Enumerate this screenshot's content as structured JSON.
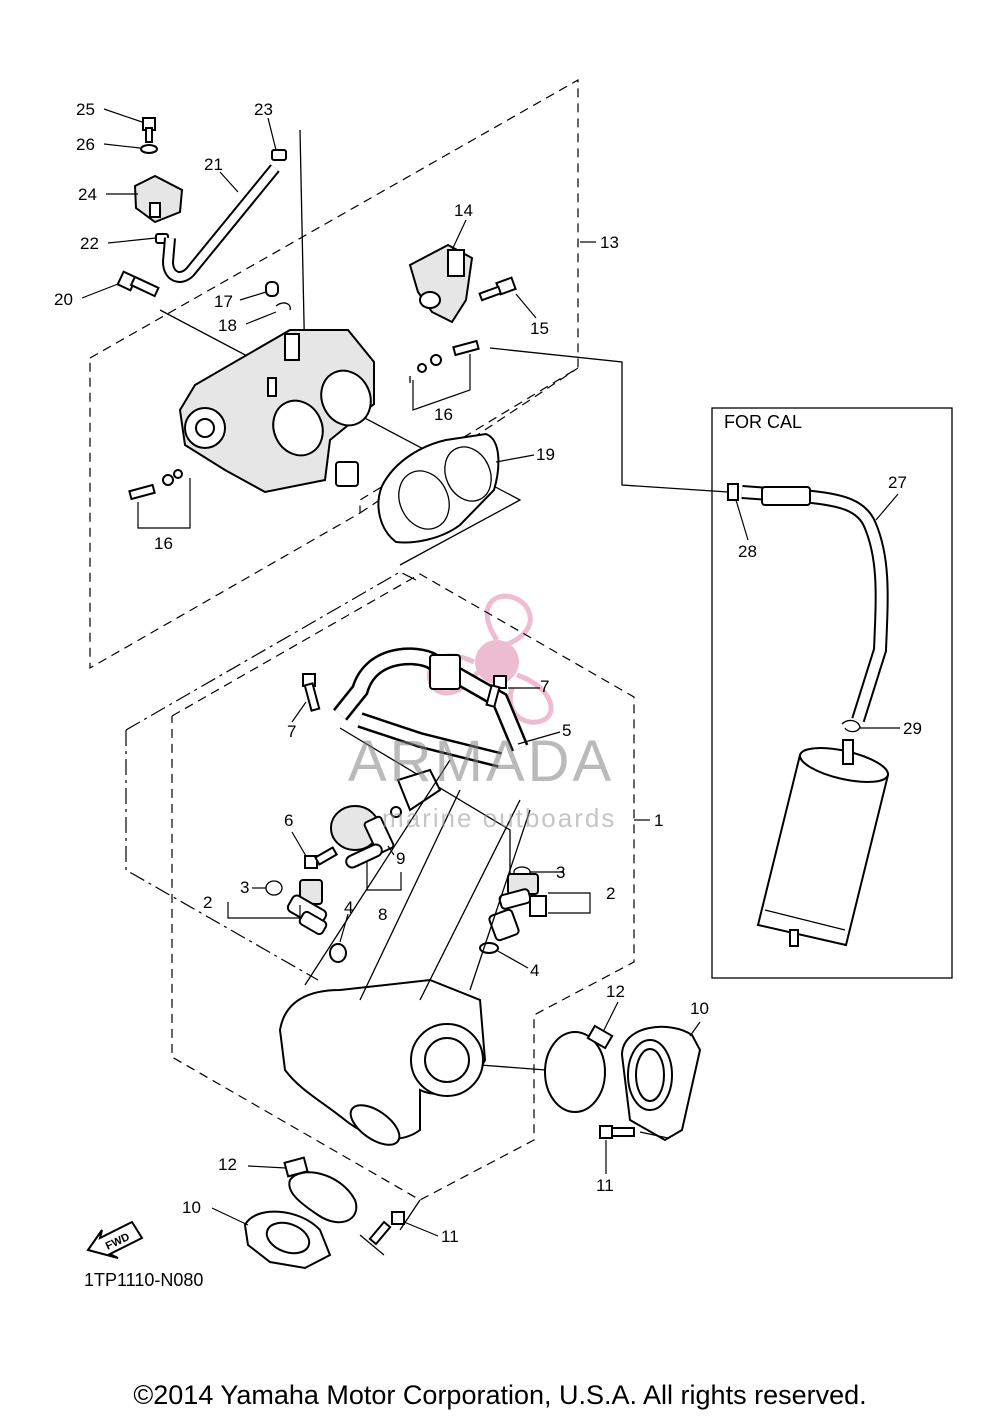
{
  "diagram_code": "1TP1110-N080",
  "copyright": "©2014 Yamaha Motor Corporation, U.S.A. All rights reserved.",
  "inset_label": "FOR CAL",
  "fwd_arrow_text": "FWD",
  "watermark": {
    "brand": "ARMADA",
    "subtitle": "marine outboards",
    "logo_color": "#e8a6c4"
  },
  "callouts": {
    "n25": "25",
    "n26": "26",
    "n24": "24",
    "n22": "22",
    "n21": "21",
    "n23": "23",
    "n20": "20",
    "n17": "17",
    "n18": "18",
    "n14": "14",
    "n13": "13",
    "n15": "15",
    "n16a": "16",
    "n16b": "16",
    "n19": "19",
    "n27": "27",
    "n28": "28",
    "n29": "29",
    "n7a": "7",
    "n7b": "7",
    "n5": "5",
    "n1": "1",
    "n6": "6",
    "n9": "9",
    "n8": "8",
    "n3a": "3",
    "n2a": "2",
    "n4a": "4",
    "n3b": "3",
    "n2b": "2",
    "n4b": "4",
    "n12a": "12",
    "n10a": "10",
    "n11a": "11",
    "n12b": "12",
    "n10b": "10",
    "n11b": "11"
  }
}
